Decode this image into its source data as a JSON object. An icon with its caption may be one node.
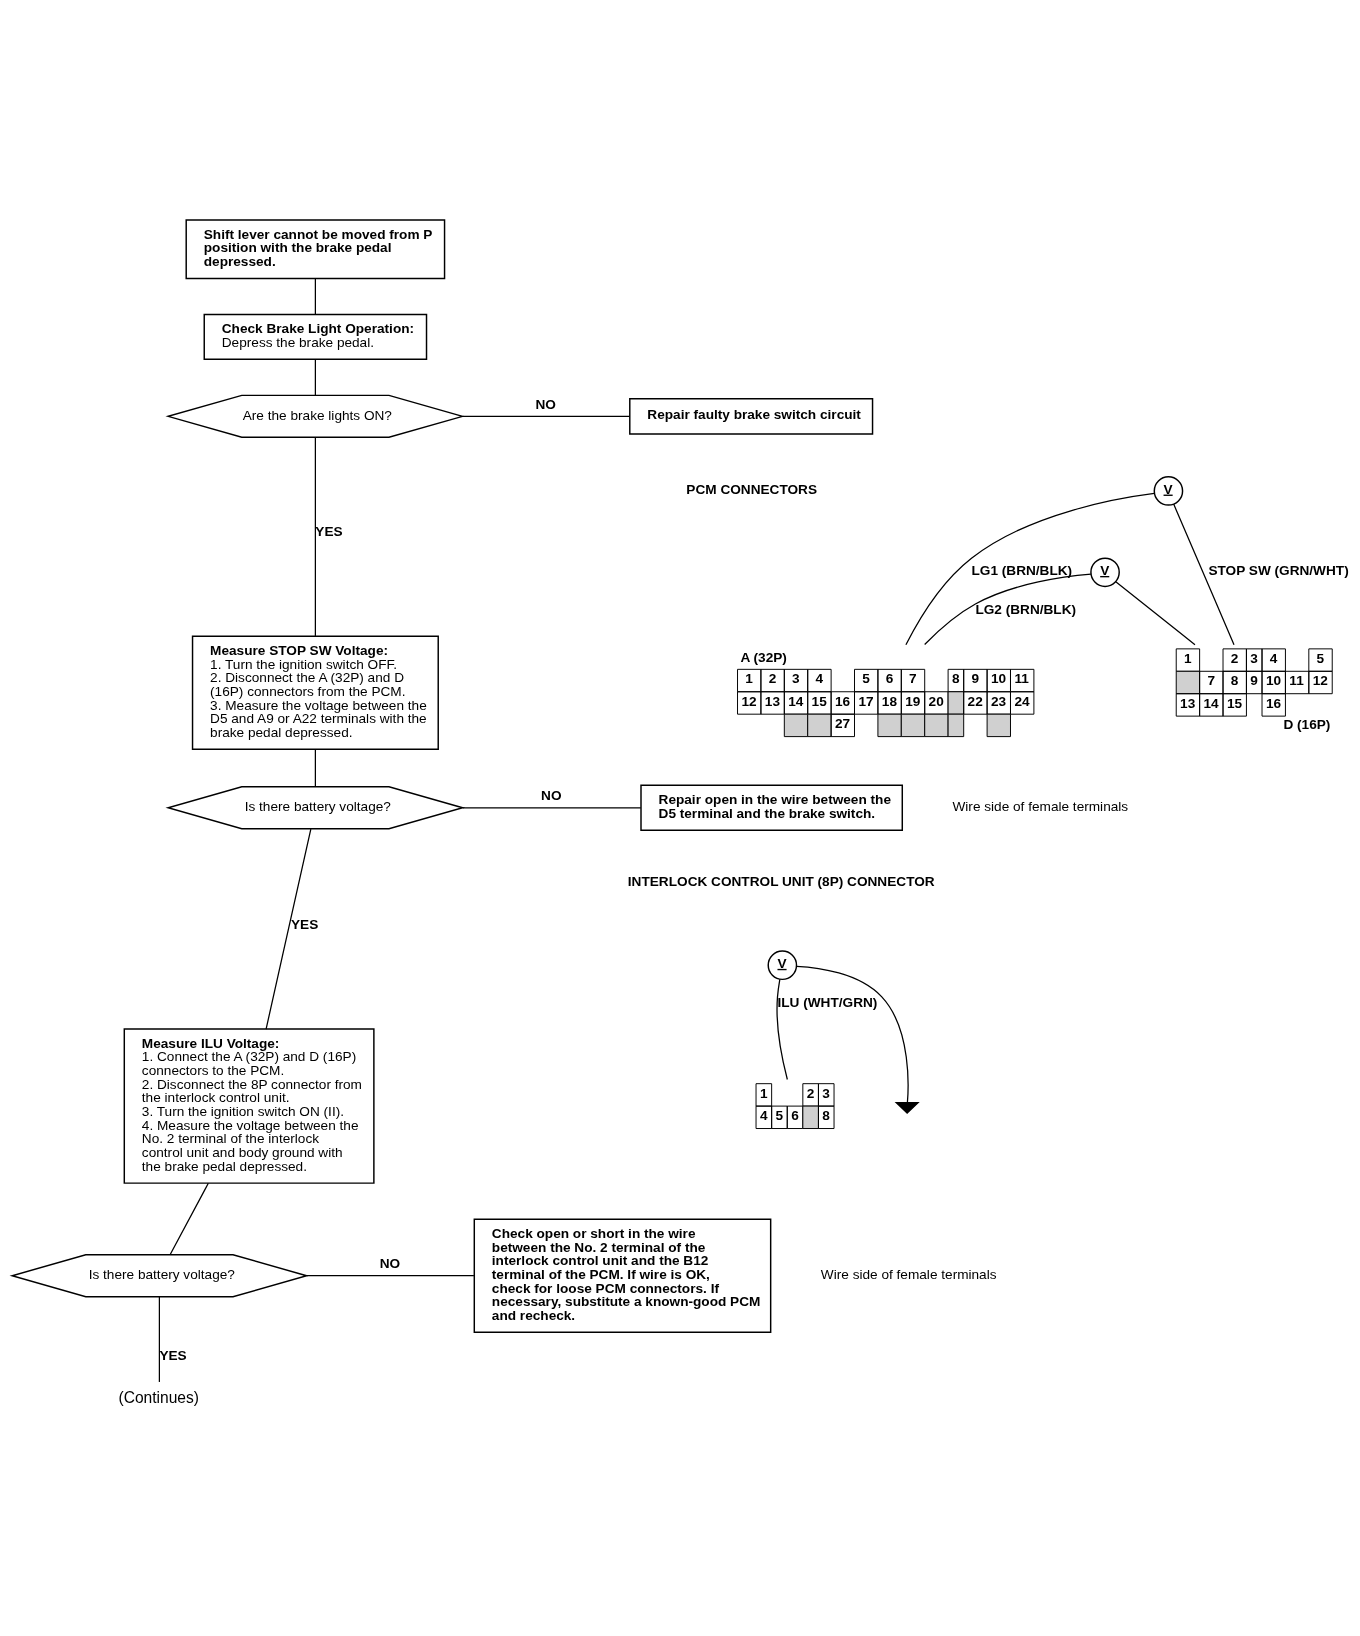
{
  "diagram": {
    "nodes": [
      {
        "text": [
          "Shift lever cannot be moved from P position with the brake pedal depressed."
        ]
      },
      {
        "text": [
          "Check Brake Light Operation:",
          "Depress the brake pedal."
        ]
      },
      {
        "text": [
          "Are the brake lights ON?"
        ]
      },
      {
        "text": [
          "Repair faulty brake switch circuit"
        ]
      },
      {
        "text": [
          "Measure STOP SW Voltage:",
          "1. Turn the ignition switch OFF.",
          "2. Disconnect the A (32P) and D (16P) connectors from the PCM.",
          "3. Measure the voltage between the D5 and A9 or A22 terminals with the brake pedal depressed."
        ]
      },
      {
        "text": [
          "Is there battery voltage?"
        ]
      },
      {
        "text": [
          "Repair open in the wire between the D5 terminal and the brake switch."
        ]
      },
      {
        "text": [
          "Measure ILU Voltage:",
          "1. Connect the A (32P) and D (16P) connectors to the PCM.",
          "2. Disconnect the 8P connector from the interlock control unit.",
          "3. Turn the ignition switch ON (II).",
          "4. Measure the voltage between the No. 2 terminal of the interlock control unit and body ground with the brake pedal depressed."
        ]
      },
      {
        "text": [
          "Is there battery voltage?"
        ]
      },
      {
        "text": [
          "Check open or short in the wire between the No. 2 terminal of the interlock control unit and the B12 terminal of the PCM. If wire is OK, check for loose PCM connectors. If necessary, substitute a known-good PCM and recheck."
        ]
      },
      {
        "text": [
          "(Continues)"
        ]
      },
      {
        "text": [
          "V"
        ]
      },
      {
        "text": [
          "A (32P)",
          "1",
          "2",
          "3",
          "4",
          "5",
          "6",
          "7",
          "8",
          "9",
          "10",
          "11",
          "12",
          "13",
          "14",
          "15",
          "16",
          "17",
          "18",
          "19",
          "20",
          "22",
          "23",
          "24",
          "27"
        ]
      },
      {
        "text": [
          "D (16P)",
          "1",
          "2",
          "3",
          "4",
          "5",
          "7",
          "8",
          "9",
          "10",
          "11",
          "12",
          "13",
          "14",
          "15",
          "16"
        ]
      },
      {
        "text": [
          "V"
        ]
      },
      {
        "text": [
          "V"
        ]
      },
      {
        "text": [
          "1",
          "2",
          "3",
          "4",
          "5",
          "6",
          "8"
        ]
      },
      {
        "text": [],
        "shape": "ground"
      }
    ],
    "edges": [
      {
        "from": 0,
        "to": 1,
        "arrow": "none"
      },
      {
        "from": 1,
        "to": 2,
        "arrow": "none"
      },
      {
        "from": 2,
        "to": 3,
        "label": "NO",
        "arrow": "none"
      },
      {
        "from": 2,
        "to": 4,
        "label": "YES",
        "arrow": "none"
      },
      {
        "from": 4,
        "to": 5,
        "arrow": "none"
      },
      {
        "from": 5,
        "to": 6,
        "label": "NO",
        "arrow": "none"
      },
      {
        "from": 5,
        "to": 7,
        "label": "YES",
        "arrow": "none"
      },
      {
        "from": 7,
        "to": 8,
        "arrow": "none"
      },
      {
        "from": 8,
        "to": 9,
        "label": "NO",
        "arrow": "none"
      },
      {
        "from": 8,
        "to": 10,
        "label": "YES",
        "arrow": "none"
      },
      {
        "from": 11,
        "to": 12,
        "label": "LG1 (BRN/BLK)",
        "arrow": "none"
      },
      {
        "from": 11,
        "to": 13,
        "label": "STOP SW (GRN/WHT)",
        "arrow": "none"
      },
      {
        "from": 14,
        "to": 12,
        "label": "LG2 (BRN/BLK)",
        "arrow": "none"
      },
      {
        "from": 14,
        "to": 13,
        "arrow": "none"
      },
      {
        "from": 15,
        "to": 16,
        "label": "ILU (WHT/GRN)",
        "arrow": "none"
      },
      {
        "from": 15,
        "to": 17,
        "arrow": "none"
      }
    ],
    "labels": [
      "PCM CONNECTORS",
      "Wire side of female terminals",
      "INTERLOCK CONTROL UNIT (8P) CONNECTOR",
      "Wire side of female terminals"
    ]
  }
}
